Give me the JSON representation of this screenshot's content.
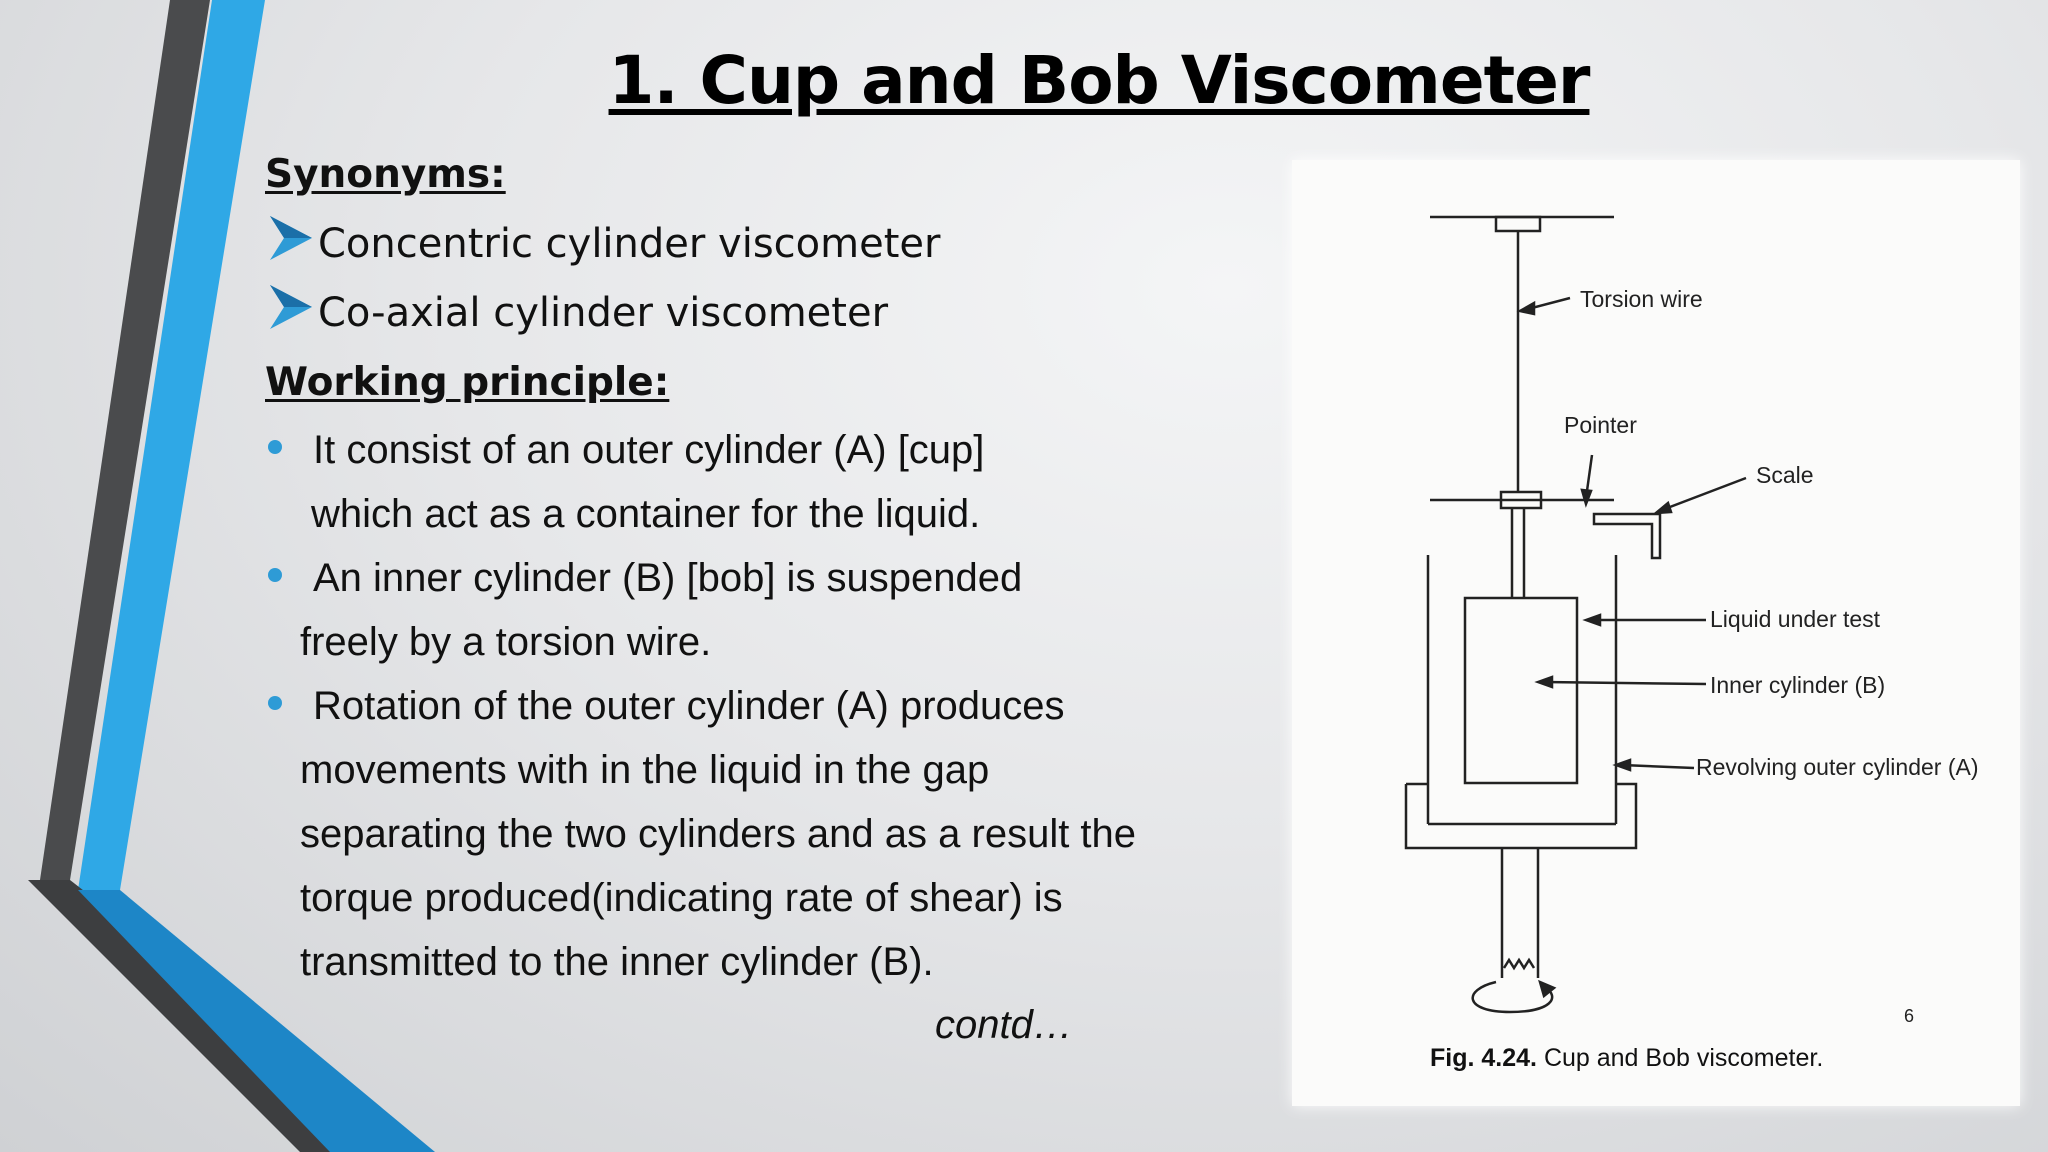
{
  "slide": {
    "title": "1. Cup and Bob Viscometer",
    "synonyms_heading": "Synonyms:",
    "synonyms": [
      "Concentric cylinder viscometer",
      "Co-axial cylinder viscometer"
    ],
    "working_heading": "Working principle:",
    "bullets": [
      [
        "It consist of an outer cylinder (A) [cup]",
        "which act as a container for the liquid."
      ],
      [
        "An inner cylinder (B) [bob] is suspended",
        "freely by a torsion wire."
      ],
      [
        "Rotation of the outer cylinder (A) produces",
        "movements with in the liquid in the gap",
        "separating the two cylinders and as a result the",
        "torque produced(indicating rate of shear) is",
        "transmitted to the inner cylinder (B)."
      ]
    ],
    "contd": "contd…",
    "page_number": "6"
  },
  "figure": {
    "labels": {
      "torsion_wire": "Torsion wire",
      "pointer": "Pointer",
      "scale": "Scale",
      "liquid": "Liquid under test",
      "inner": "Inner cylinder (B)",
      "outer": "Revolving outer cylinder (A)"
    },
    "caption_bold": "Fig. 4.24.",
    "caption_text": "Cup and Bob viscometer."
  },
  "colors": {
    "accent_blue": "#2e9bd6",
    "dark_stripe": "#4a4b4d"
  }
}
